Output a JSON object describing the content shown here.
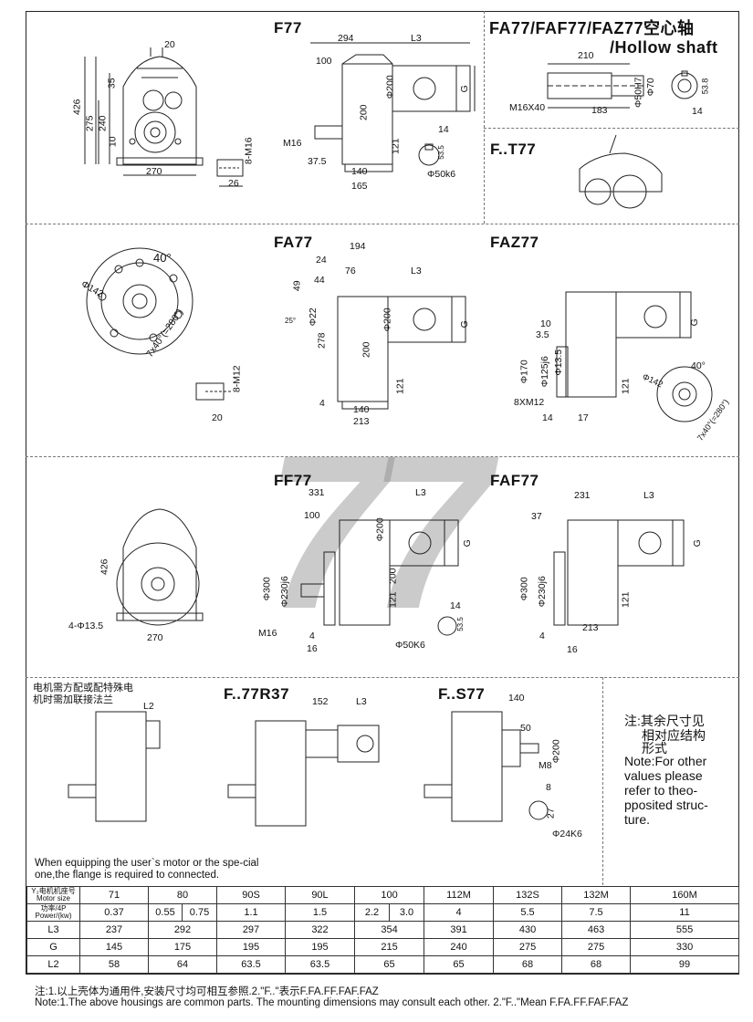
{
  "sections": {
    "f77": {
      "title": "F77",
      "dims": [
        "20",
        "426",
        "275",
        "240",
        "35",
        "10",
        "270",
        "8-M16",
        "26",
        "294",
        "L3",
        "100",
        "M16",
        "Φ200",
        "200",
        "G",
        "121",
        "37.5",
        "140",
        "165",
        "14",
        "53.5",
        "Φ50k6"
      ]
    },
    "hollow": {
      "title_line1": "FA77/FAF77/FAZ77空心轴",
      "title_line2": "/Hollow shaft",
      "dims": [
        "210",
        "M16X40",
        "183",
        "Φ50H7",
        "Φ70",
        "53.8",
        "14"
      ]
    },
    "ft77": {
      "title": "F..T77"
    },
    "fa77": {
      "title": "FA77",
      "dims": [
        "40°",
        "Φ142",
        "7x40°(=280°)",
        "8-M12",
        "20",
        "194",
        "24",
        "76",
        "44",
        "49",
        "L3",
        "Φ22",
        "25°",
        "Φ200",
        "278",
        "200",
        "G",
        "121",
        "4",
        "140",
        "213"
      ]
    },
    "faz77": {
      "title": "FAZ77",
      "dims": [
        "10",
        "3.5",
        "G",
        "Φ170",
        "Φ125j6",
        "Φ13.5",
        "8XM12",
        "121",
        "14",
        "17",
        "Φ142",
        "40°",
        "7x40°(=280°)"
      ]
    },
    "ff77": {
      "title": "FF77",
      "dims": [
        "426",
        "4-Φ13.5",
        "270",
        "331",
        "L3",
        "100",
        "Φ200",
        "G",
        "Φ300",
        "Φ230j6",
        "200",
        "121",
        "M16",
        "4",
        "16",
        "14",
        "53.5",
        "Φ50K6"
      ]
    },
    "faf77": {
      "title": "FAF77",
      "dims": [
        "231",
        "L3",
        "37",
        "G",
        "Φ300",
        "Φ230j6",
        "121",
        "213",
        "4",
        "16"
      ]
    },
    "f77r37": {
      "title": "F..77R37",
      "note": "电机需方配或配特殊电机时需加联接法兰",
      "dims": [
        "L2",
        "152",
        "L3"
      ]
    },
    "fs77": {
      "title": "F..S77",
      "dims": [
        "140",
        "50",
        "Φ200",
        "M8",
        "8",
        "27",
        "Φ24K6"
      ]
    },
    "side_note": {
      "cn1": "注:其余尺寸见",
      "cn2": "相对应结构",
      "cn3": "形式",
      "en1": "Note:For other",
      "en2": "values please",
      "en3": "refer to theo-",
      "en4": "pposited struc-",
      "en5": "ture."
    },
    "motor_note": {
      "line1": "When equipping the user`s motor or the spe-cial",
      "line2": "one,the flange is required to connected."
    },
    "watermark": "77"
  },
  "table": {
    "row_headers": [
      {
        "cn": "Y₂电机机座号",
        "en": "Motor size"
      },
      {
        "cn": "功率/4P",
        "en": "Power/(kw)"
      },
      {
        "cn": "L3",
        "en": ""
      },
      {
        "cn": "G",
        "en": ""
      },
      {
        "cn": "L2",
        "en": ""
      }
    ],
    "motor_sizes": [
      "71",
      "80",
      "90S",
      "90L",
      "100",
      "112M",
      "132S",
      "132M",
      "160M"
    ],
    "power": [
      [
        "0.37"
      ],
      [
        "0.55",
        "0.75"
      ],
      [
        "1.1"
      ],
      [
        "1.5"
      ],
      [
        "2.2",
        "3.0"
      ],
      [
        "4"
      ],
      [
        "5.5"
      ],
      [
        "7.5"
      ],
      [
        "11"
      ]
    ],
    "L3": [
      "237",
      "292",
      "297",
      "322",
      "354",
      "391",
      "430",
      "463",
      "555"
    ],
    "G": [
      "145",
      "175",
      "195",
      "195",
      "215",
      "240",
      "275",
      "275",
      "330"
    ],
    "L2": [
      "58",
      "64",
      "63.5",
      "63.5",
      "65",
      "65",
      "68",
      "68",
      "99"
    ]
  },
  "footer": {
    "cn": "注:1.以上壳体为通用件,安装尺寸均可相互参照.2.\"F..\"表示F.FA.FF.FAF.FAZ",
    "en": "Note:1.The above housings are common parts. The mounting dimensions may consult each other.  2.\"F..\"Mean F.FA.FF.FAF.FAZ"
  }
}
